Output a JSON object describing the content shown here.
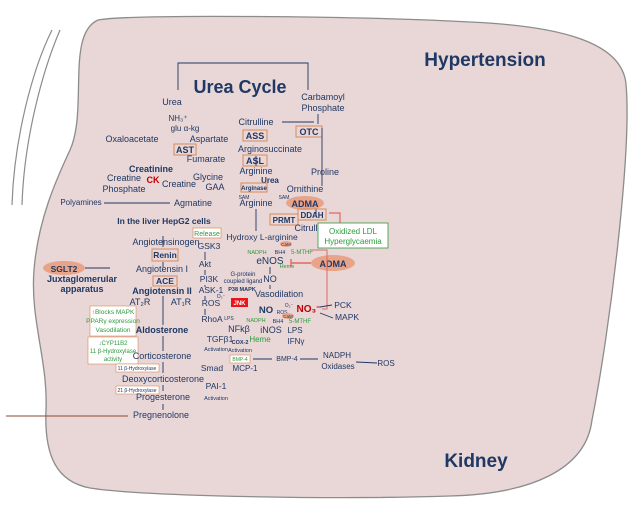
{
  "region_labels": {
    "hypertension": "Hypertension",
    "kidney": "Kidney"
  },
  "cycle_title": "Urea Cycle",
  "labels": {
    "urea": "Urea",
    "nh3": "NH₃⁺",
    "carbamoyl": "Carbamoyl",
    "phosphate": "Phosphate",
    "citrulline": "Citrulline",
    "glu_akg": "glu α-kg",
    "oxaloacetate": "Oxaloacetate",
    "aspartate": "Aspartate",
    "arginosuccinate": "Arginosuccinate",
    "fumarate": "Fumarate",
    "arginine": "Arginine",
    "creatinine": "Creatinine",
    "glycine": "Glycine",
    "urea2": "Urea",
    "creatine": "Creatine",
    "creatine2": "Creatine",
    "creatine_phosphate": "Phosphate",
    "arginase": "Arginase",
    "ornithine": "Ornithine",
    "proline": "Proline",
    "gaa": "GAA",
    "sam1": "SAM",
    "sam2": "SAM",
    "polyamines": "Polyamines",
    "agmatine": "Agmatine",
    "arginine2": "Arginine",
    "citrulline2": "Citrulline",
    "hepg2": "In the liver HepG2 cells",
    "release": "Release",
    "angiotensinogen": "Angiotensinogen",
    "gsk3": "GSK3",
    "hydroxy_arginine": "Hydroxy L-arginine",
    "cam1": "CaM",
    "nadph1": "NADPH",
    "bh4_1": "BH4",
    "mthf1": "5-MTHF",
    "enos": "eNOS",
    "heme1": "Heme",
    "angiotensin1": "Angiotensin I",
    "akt": "Akt",
    "pi3k": "PI3K",
    "gprotein": "G-protein",
    "coupled": "coupled ligand",
    "ask1": "ASK-1",
    "p38": "P38 MAPK",
    "no1": "NO",
    "vasodilation": "Vasodilation",
    "juxta1": "Juxtaglomerular",
    "juxta2": "apparatus",
    "angiotensin2": "Angiotensin II",
    "at2r": "AT₂R",
    "at1r": "AT₁R",
    "ros1": "ROS",
    "o2minus1": "O₂⁻",
    "jnk": "JNK",
    "o2minus2": "O₂⁻",
    "no3": "NO₃⁻",
    "pck": "PCK",
    "mapk": "MAPK",
    "green_block": [
      "↑Blocks MAPK",
      "PPARγ expression",
      "Vasodilation"
    ],
    "rhoa": "RhoA",
    "lps1": "LPS",
    "ros2": "ROS",
    "nadph2": "NADPH",
    "no2": "NO",
    "cam2": "CaM",
    "bh4_2": "BH4",
    "mthf2": "5-MTHF",
    "aldosterone": "Aldosterone",
    "nfkb": "NFkβ",
    "inos": "iNOS",
    "lps2": "LPS",
    "heme2": "Heme",
    "ifng": "IFNγ",
    "tgfb1": "TGFβ1",
    "activation1": "Activation",
    "cox2": "COX-2",
    "activation2": "Activation",
    "cyp_block": [
      "↓CYP11B2",
      "11 β-Hydroxylase",
      "activity"
    ],
    "corticosterone": "Corticosterone",
    "bmp4a": "BMP-4",
    "bmp4b": "BMP-4",
    "nadph3": "NADPH",
    "oxidases": "Oxidases",
    "ros3": "ROS",
    "smad": "Smad",
    "mcp1": "MCP-1",
    "deoxycorticosterone": "Deoxycorticosterone",
    "pai1": "PAI-1",
    "activation3": "Activation",
    "progesterone": "Progesterone",
    "pregnenolone": "Pregnenolone"
  },
  "enzymes": {
    "ast": "AST",
    "ass": "ASS",
    "asl": "ASL",
    "otc": "OTC",
    "ck": "CK",
    "prmt": "PRMT",
    "ddah": "DDAH",
    "renin": "Renin",
    "ace": "ACE",
    "hydroxylase1": "11 β-Hydroxylase",
    "hydroxylase2": "21 β-Hydroxylase"
  },
  "highlights": {
    "adma1": "ADMA",
    "adma2": "ADMA",
    "sglt2": "SGLT2"
  },
  "callout": [
    "Oxidized LDL",
    "Hyperglycaemia"
  ],
  "colors": {
    "region_fill": "#e9d6d6",
    "region_stroke": "#8c8c8c",
    "text": "#1f3864",
    "enzyme_border": "#d9895a",
    "adma_fill": "#e8a388",
    "green": "#2e9a3e",
    "red": "#c00000",
    "jnk_fill": "#e8161b",
    "inhibit": "#e06a64",
    "pregnenolone_line": "#8b4a2f"
  }
}
